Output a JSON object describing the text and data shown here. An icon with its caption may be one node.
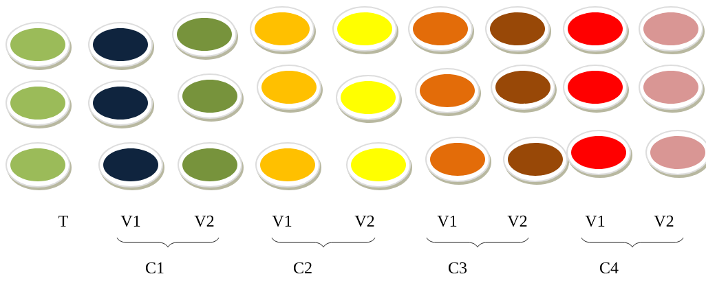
{
  "diagram": {
    "labels": [
      "T",
      "V1",
      "V2",
      "V1",
      "V2",
      "V1",
      "V2",
      "V1",
      "V2",
      "C1",
      "C2",
      "C3",
      "C4"
    ]
  }
}
